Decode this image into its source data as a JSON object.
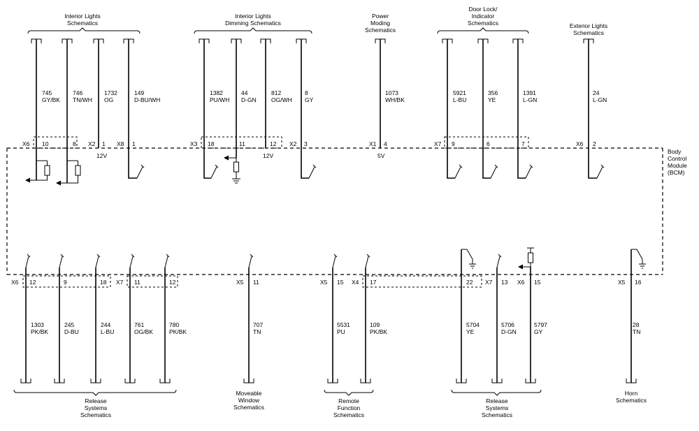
{
  "module_label": [
    "Body",
    "Control",
    "Module",
    "(BCM)"
  ],
  "top_groups": [
    {
      "lines": [
        "Interior Lights",
        "Schematics"
      ]
    },
    {
      "lines": [
        "Interior Lights",
        "Dimming Schematics"
      ]
    },
    {
      "lines": [
        "Power",
        "Moding",
        "Schematics"
      ]
    },
    {
      "lines": [
        "Door Lock/",
        "Indicator",
        "Schematics"
      ]
    },
    {
      "lines": [
        "Exterior Lights",
        "Schematics"
      ]
    }
  ],
  "top_wires": [
    {
      "num": "745",
      "color": "GY/BK",
      "conn": "X6",
      "pin": "10",
      "voltage": ""
    },
    {
      "num": "746",
      "color": "TN/WH",
      "conn": "",
      "pin": "8",
      "voltage": ""
    },
    {
      "num": "1732",
      "color": "OG",
      "conn": "X2",
      "pin": "1",
      "voltage": "12V"
    },
    {
      "num": "149",
      "color": "D-BU/WH",
      "conn": "X8",
      "pin": "1",
      "voltage": ""
    },
    {
      "num": "1382",
      "color": "PU/WH",
      "conn": "X3",
      "pin": "18",
      "voltage": ""
    },
    {
      "num": "44",
      "color": "D-GN",
      "conn": "",
      "pin": "11",
      "voltage": ""
    },
    {
      "num": "812",
      "color": "OG/WH",
      "conn": "",
      "pin": "12",
      "voltage": "12V"
    },
    {
      "num": "8",
      "color": "GY",
      "conn": "X2",
      "pin": "3",
      "voltage": ""
    },
    {
      "num": "1073",
      "color": "WH/BK",
      "conn": "X1",
      "pin": "4",
      "voltage": "5V"
    },
    {
      "num": "5921",
      "color": "L-BU",
      "conn": "X7",
      "pin": "9",
      "voltage": ""
    },
    {
      "num": "356",
      "color": "YE",
      "conn": "",
      "pin": "6",
      "voltage": ""
    },
    {
      "num": "1391",
      "color": "L-GN",
      "conn": "",
      "pin": "7",
      "voltage": ""
    },
    {
      "num": "24",
      "color": "L-GN",
      "conn": "X6",
      "pin": "2",
      "voltage": ""
    }
  ],
  "bottom_wires": [
    {
      "num": "1303",
      "color": "PK/BK",
      "conn": "X6",
      "pin": "12"
    },
    {
      "num": "245",
      "color": "D-BU",
      "conn": "",
      "pin": "9"
    },
    {
      "num": "244",
      "color": "L-BU",
      "conn": "",
      "pin": "18"
    },
    {
      "num": "761",
      "color": "OG/BK",
      "conn": "X7",
      "pin": "11"
    },
    {
      "num": "780",
      "color": "PK/BK",
      "conn": "",
      "pin": "12"
    },
    {
      "num": "707",
      "color": "TN",
      "conn": "X5",
      "pin": "11"
    },
    {
      "num": "5531",
      "color": "PU",
      "conn": "X5",
      "pin": "15"
    },
    {
      "num": "109",
      "color": "PK/BK",
      "conn": "X4",
      "pin": "17"
    },
    {
      "num": "5704",
      "color": "YE",
      "conn": "",
      "pin": "22"
    },
    {
      "num": "5706",
      "color": "D-GN",
      "conn": "X7",
      "pin": "13"
    },
    {
      "num": "5797",
      "color": "GY",
      "conn": "X6",
      "pin": "15"
    },
    {
      "num": "28",
      "color": "TN",
      "conn": "X5",
      "pin": "16"
    }
  ],
  "bottom_groups": [
    {
      "lines": [
        "Release",
        "Systems",
        "Schematics"
      ]
    },
    {
      "lines": [
        "Moveable",
        "Window",
        "Schematics"
      ]
    },
    {
      "lines": [
        "Remote",
        "Function",
        "Schematics"
      ]
    },
    {
      "lines": [
        "Release",
        "Systems",
        "Schematics"
      ]
    },
    {
      "lines": [
        "Horn",
        "Schematics"
      ]
    }
  ]
}
